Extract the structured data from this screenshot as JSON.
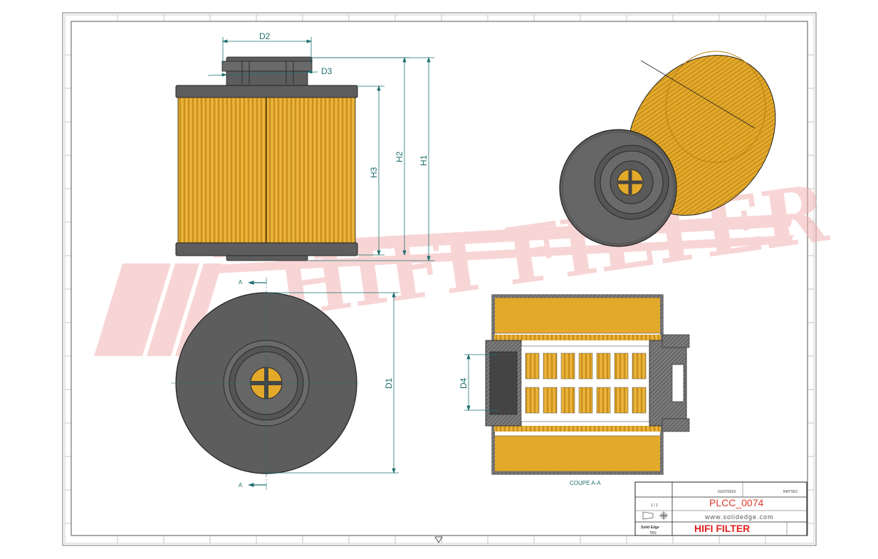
{
  "dimensions": {
    "d2": "D2",
    "d3": "D3",
    "h1": "H1",
    "h2": "H2",
    "h3": "H3",
    "d1": "D1",
    "d4": "D4"
  },
  "section": {
    "label": "COUPE A-A",
    "marker_top": "A",
    "marker_bottom": "A"
  },
  "title_block": {
    "part_code": "PLCC_0074",
    "website": "www.solidedge.com",
    "brand": "HIFI FILTER",
    "date": "01/07/2019",
    "author": "RATTEO",
    "scale": "1 / 1",
    "software": "Solid Edge",
    "software_sub": "TBS"
  },
  "watermark": {
    "text": "HIFI FILTER"
  },
  "colors": {
    "media": "#e3a92b",
    "media_dark": "#b98015",
    "cap": "#5d5d5d",
    "cap_dark": "#3a3a3a",
    "dimension": "#1f6f6f",
    "brand_red": "#e02020",
    "watermark": "#f3b3b3"
  }
}
